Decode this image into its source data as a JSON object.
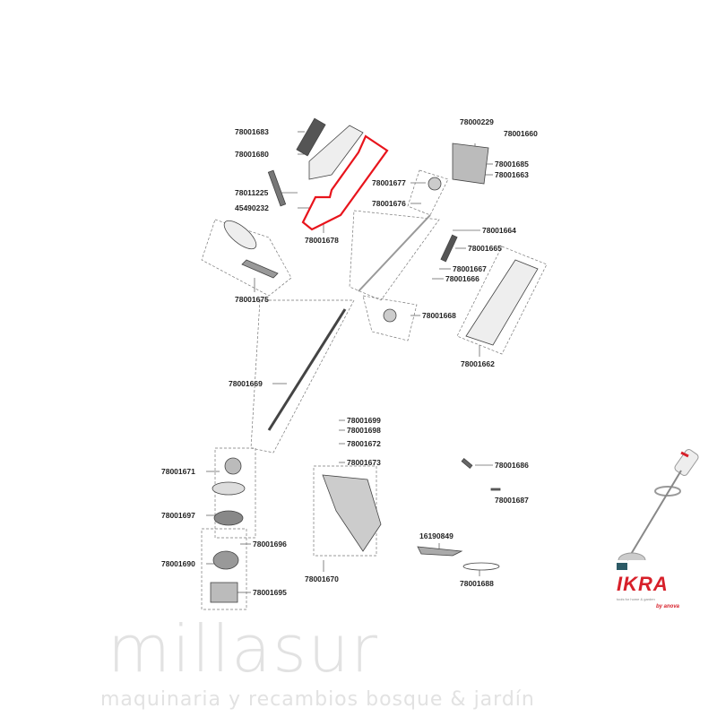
{
  "watermark": {
    "brand": "millasur",
    "tagline": "maquinaria y recambios bosque & jardín"
  },
  "parts": [
    "78001683",
    "78001680",
    "78011225",
    "45490232",
    "78001678",
    "78001675",
    "78000229",
    "78001660",
    "78001685",
    "78001663",
    "78001677",
    "78001676",
    "78001664",
    "78001665",
    "78001667",
    "78001666",
    "78001668",
    "78001662",
    "78001669",
    "78001699",
    "78001698",
    "78001672",
    "78001673",
    "78001686",
    "78001687",
    "78001671",
    "78001697",
    "78001696",
    "78001690",
    "78001695",
    "78001670",
    "16190849",
    "78001688"
  ],
  "highlighted_part": "78001678",
  "logo": {
    "brand": "IKRA",
    "tagline": "tools for home & garden",
    "by": "by anova"
  },
  "colors": {
    "highlight": "#e8141c",
    "watermark": "#e2e2e2",
    "brand": "#d7202a"
  }
}
